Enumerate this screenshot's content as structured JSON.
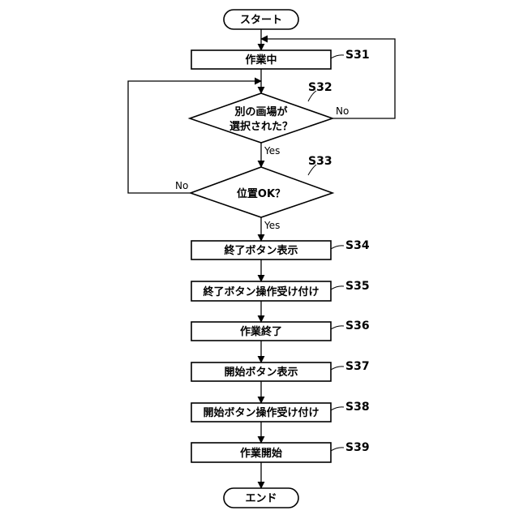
{
  "nodes": {
    "start": "スタート",
    "s31": "作業中",
    "s32_line1": "別の画場が",
    "s32_line2": "選択された？",
    "s33": "位置OK？",
    "s34": "終了ボタン表示",
    "s35": "終了ボタン操作受け付け",
    "s36": "作業終了",
    "s37": "開始ボタン表示",
    "s38": "開始ボタン操作受け付け",
    "s39": "作業開始",
    "end": "エンド"
  },
  "step_labels": {
    "s31": "S31",
    "s32": "S32",
    "s33": "S33",
    "s34": "S34",
    "s35": "S35",
    "s36": "S36",
    "s37": "S37",
    "s38": "S38",
    "s39": "S39"
  },
  "edge_labels": {
    "s32_no": "No",
    "s32_yes": "Yes",
    "s33_no": "No",
    "s33_yes": "Yes"
  }
}
